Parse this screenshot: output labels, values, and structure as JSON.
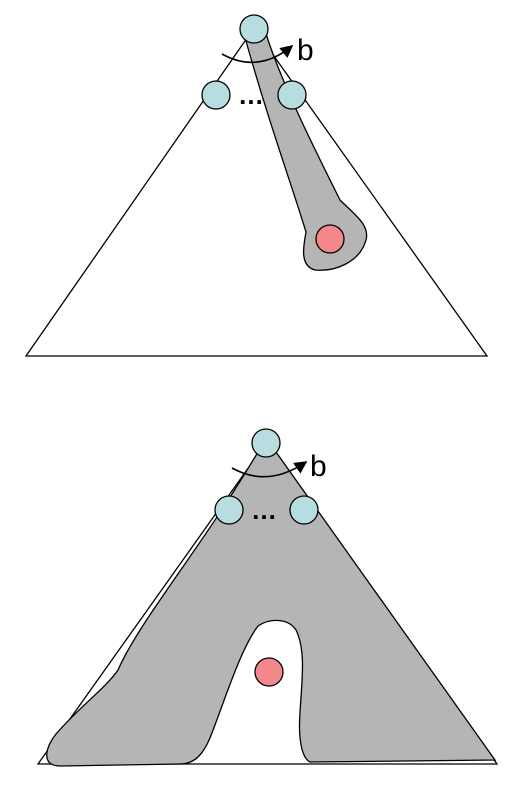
{
  "diagrams": [
    {
      "id": "top",
      "branch_label": "b",
      "ellipsis_text": "…",
      "region_shape": "narrow-branch"
    },
    {
      "id": "bottom",
      "branch_label": "b",
      "ellipsis_text": "…",
      "region_shape": "wide-region-with-hole"
    }
  ],
  "colors": {
    "node_fill": "#b7dde0",
    "target_fill": "#f4878a",
    "region_fill": "#b5b5b5",
    "stroke": "#000000",
    "background": "#ffffff"
  }
}
